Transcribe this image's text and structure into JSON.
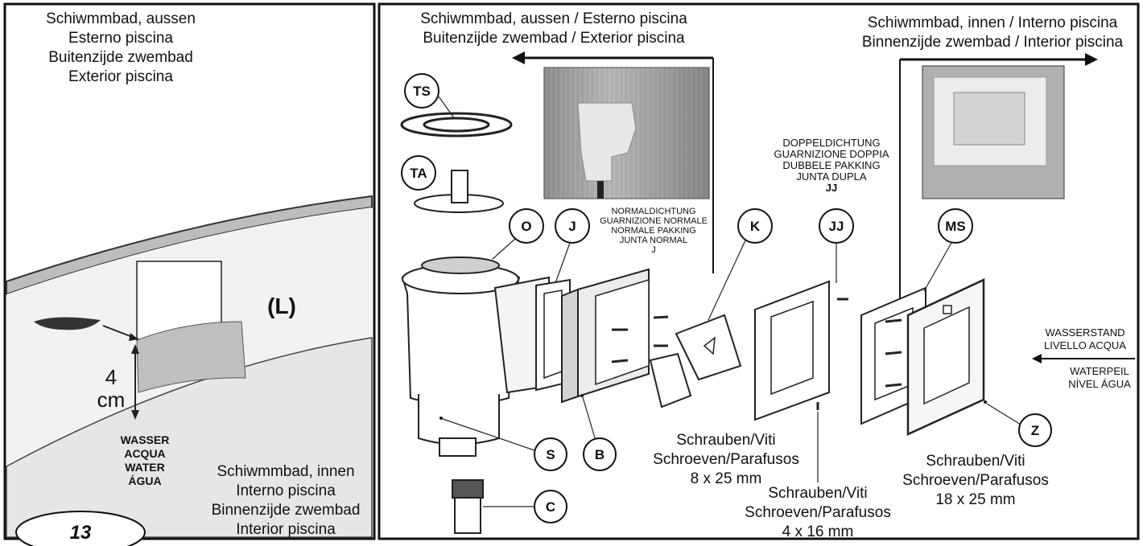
{
  "page_number": "13",
  "left_panel": {
    "top_caption": [
      "Schiwmmbad, aussen",
      "Esterno piscina",
      "Buitenzijde zwembad",
      "Exterior piscina"
    ],
    "label_L": "(L)",
    "measure_value": "4",
    "measure_unit": "cm",
    "water_words": [
      "WASSER",
      "ACQUA",
      "WATER",
      "ÁGUA"
    ],
    "bottom_caption": [
      "Schiwmmbad, innen",
      "Interno piscina",
      "Binnenzijde zwembad",
      "Interior piscina"
    ]
  },
  "right_panel": {
    "outside_caption": [
      "Schiwmmbad, aussen / Esterno piscina",
      "Buitenzijde zwembad / Exterior piscina"
    ],
    "inside_caption": [
      "Schiwmmbad, innen / Interno piscina",
      "Binnenzijde zwembad / Interior piscina"
    ],
    "normal_gasket": [
      "NORMALDICHTUNG",
      "GUARNIZIONE NORMALE",
      "NORMALE PAKKING",
      "JUNTA NORMAL",
      "J"
    ],
    "double_gasket": [
      "DOPPELDICHTUNG",
      "GUARNIZIONE DOPPIA",
      "DUBBELE PAKKING",
      "JUNTA DUPLA",
      "JJ"
    ],
    "water_level": [
      "WASSERSTAND",
      "LIVELLO ACQUA",
      "WATERPEIL",
      "NÍVEL ÁGUA"
    ],
    "screws_a": [
      "Schrauben/Viti",
      "Schroeven/Parafusos",
      "8 x 25 mm"
    ],
    "screws_b": [
      "Schrauben/Viti",
      "Schroeven/Parafusos",
      "4 x 16 mm"
    ],
    "screws_c": [
      "Schrauben/Viti",
      "Schroeven/Parafusos",
      "18 x 25 mm"
    ],
    "part_labels": {
      "TS": "TS",
      "TA": "TA",
      "O": "O",
      "J": "J",
      "K": "K",
      "JJ": "JJ",
      "MS": "MS",
      "S": "S",
      "B": "B",
      "C": "C",
      "Z": "Z"
    }
  }
}
